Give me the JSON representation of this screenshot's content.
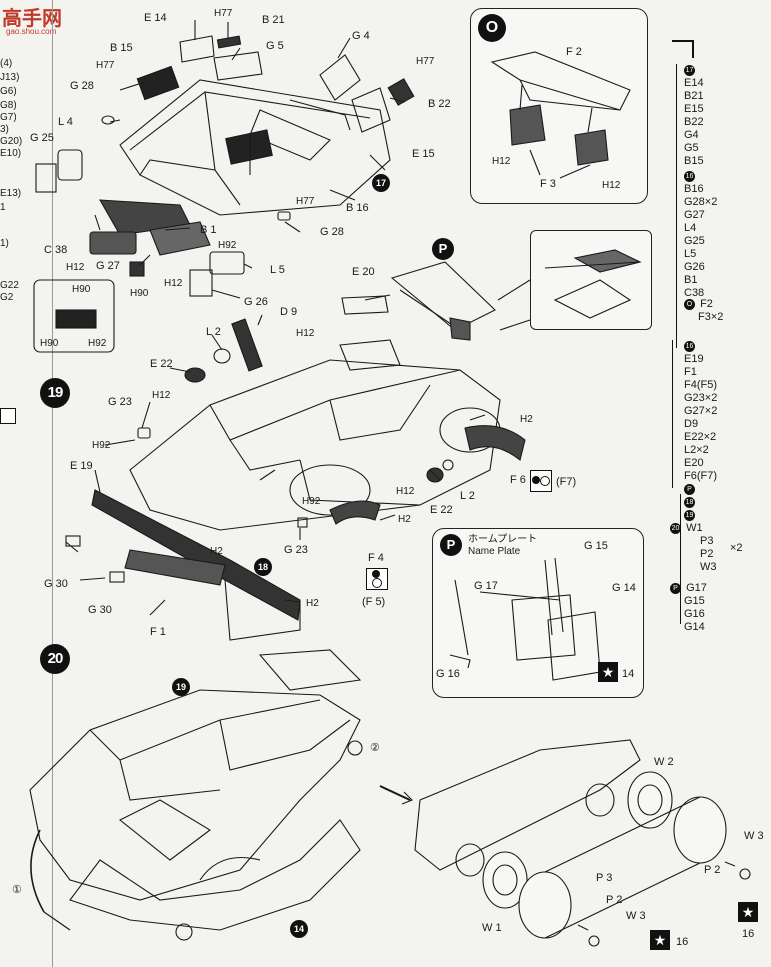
{
  "watermark": {
    "brand": "高手网",
    "url": "gao.shou.com"
  },
  "left_margin": [
    "(4)",
    "J13)",
    "G6)",
    "G8)",
    "G7)",
    "3)",
    "G20)",
    "E10)",
    "E13)",
    "1",
    "1)",
    "G22",
    "G2"
  ],
  "steps": {
    "s19": "19",
    "s20": "20",
    "s17_ref": "17",
    "s18_ref": "18",
    "s19_ref": "19",
    "s14_ref": "14"
  },
  "badges": {
    "O": "O",
    "P": "P"
  },
  "name_plate": {
    "jp": "ホームプレート",
    "en": "Name Plate"
  },
  "labels": {
    "E14": "E 14",
    "H77a": "H77",
    "B21": "B 21",
    "B15": "B 15",
    "H77b": "H77",
    "G5": "G 5",
    "G4": "G 4",
    "H77c": "H77",
    "B22": "B 22",
    "G28a": "G 28",
    "G25": "G 25",
    "L4": "L 4",
    "E15": "E 15",
    "B16": "B 16",
    "H77d": "H77",
    "C38": "C 38",
    "B1": "B 1",
    "H92a": "H92",
    "G28b": "G 28",
    "H12a": "H12",
    "G27": "G 27",
    "H12b": "H12",
    "H90a": "H90",
    "L5": "L 5",
    "H90b": "H90",
    "H90c": "H90",
    "H92b": "H92",
    "G26": "G 26",
    "F2": "F 2",
    "H12c": "H12",
    "F3": "F 3",
    "H12d": "H12",
    "E20": "E 20",
    "D9": "D 9",
    "H12e": "H12",
    "L2a": "L 2",
    "E22a": "E 22",
    "H12f": "H12",
    "G23a": "G 23",
    "H92c": "H92",
    "H2a": "H2",
    "E19": "E 19",
    "F6": "F 6",
    "F7": "(F7)",
    "L2b": "L 2",
    "H12g": "H12",
    "E22b": "E 22",
    "H92d": "H92",
    "G23b": "G 23",
    "H2b": "H2",
    "H2c": "H2",
    "F4": "F 4",
    "F5": "(F 5)",
    "G30a": "G 30",
    "G30b": "G 30",
    "F1": "F 1",
    "H2d": "H2",
    "G15": "G 15",
    "G17": "G 17",
    "G14": "G 14",
    "G16": "G 16",
    "W2": "W 2",
    "W3a": "W 3",
    "P2a": "P 2",
    "P3": "P 3",
    "P2b": "P 2",
    "W1": "W 1",
    "W3b": "W 3",
    "ref2": "②",
    "ref1": "①",
    "star14": "14",
    "star16a": "16",
    "star16b": "16"
  },
  "sidebar": {
    "g17": [
      "17",
      "E14",
      "B21",
      "E15",
      "B22",
      "G4",
      "G5",
      "B15"
    ],
    "g16": [
      "16",
      "B16",
      "G28×2",
      "G27",
      "L4",
      "G25",
      "L5",
      "G26",
      "B1",
      "C38"
    ],
    "gO": [
      "O",
      "F2",
      "F3×2"
    ],
    "g16b": [
      "16",
      "E19",
      "F1",
      "F4(F5)",
      "G23×2",
      "G27×2",
      "D9",
      "E22×2",
      "L2×2",
      "E20",
      "F6(F7)",
      "P"
    ],
    "g20": [
      "18",
      "19",
      "20",
      "W1",
      "P3",
      "P2",
      "W3",
      "×2"
    ],
    "gP": [
      "P",
      "G17",
      "G15",
      "G16",
      "G14"
    ]
  },
  "colors": {
    "ink": "#1a1a1a",
    "paper": "#f3f3f0",
    "brand": "#c0392b"
  }
}
